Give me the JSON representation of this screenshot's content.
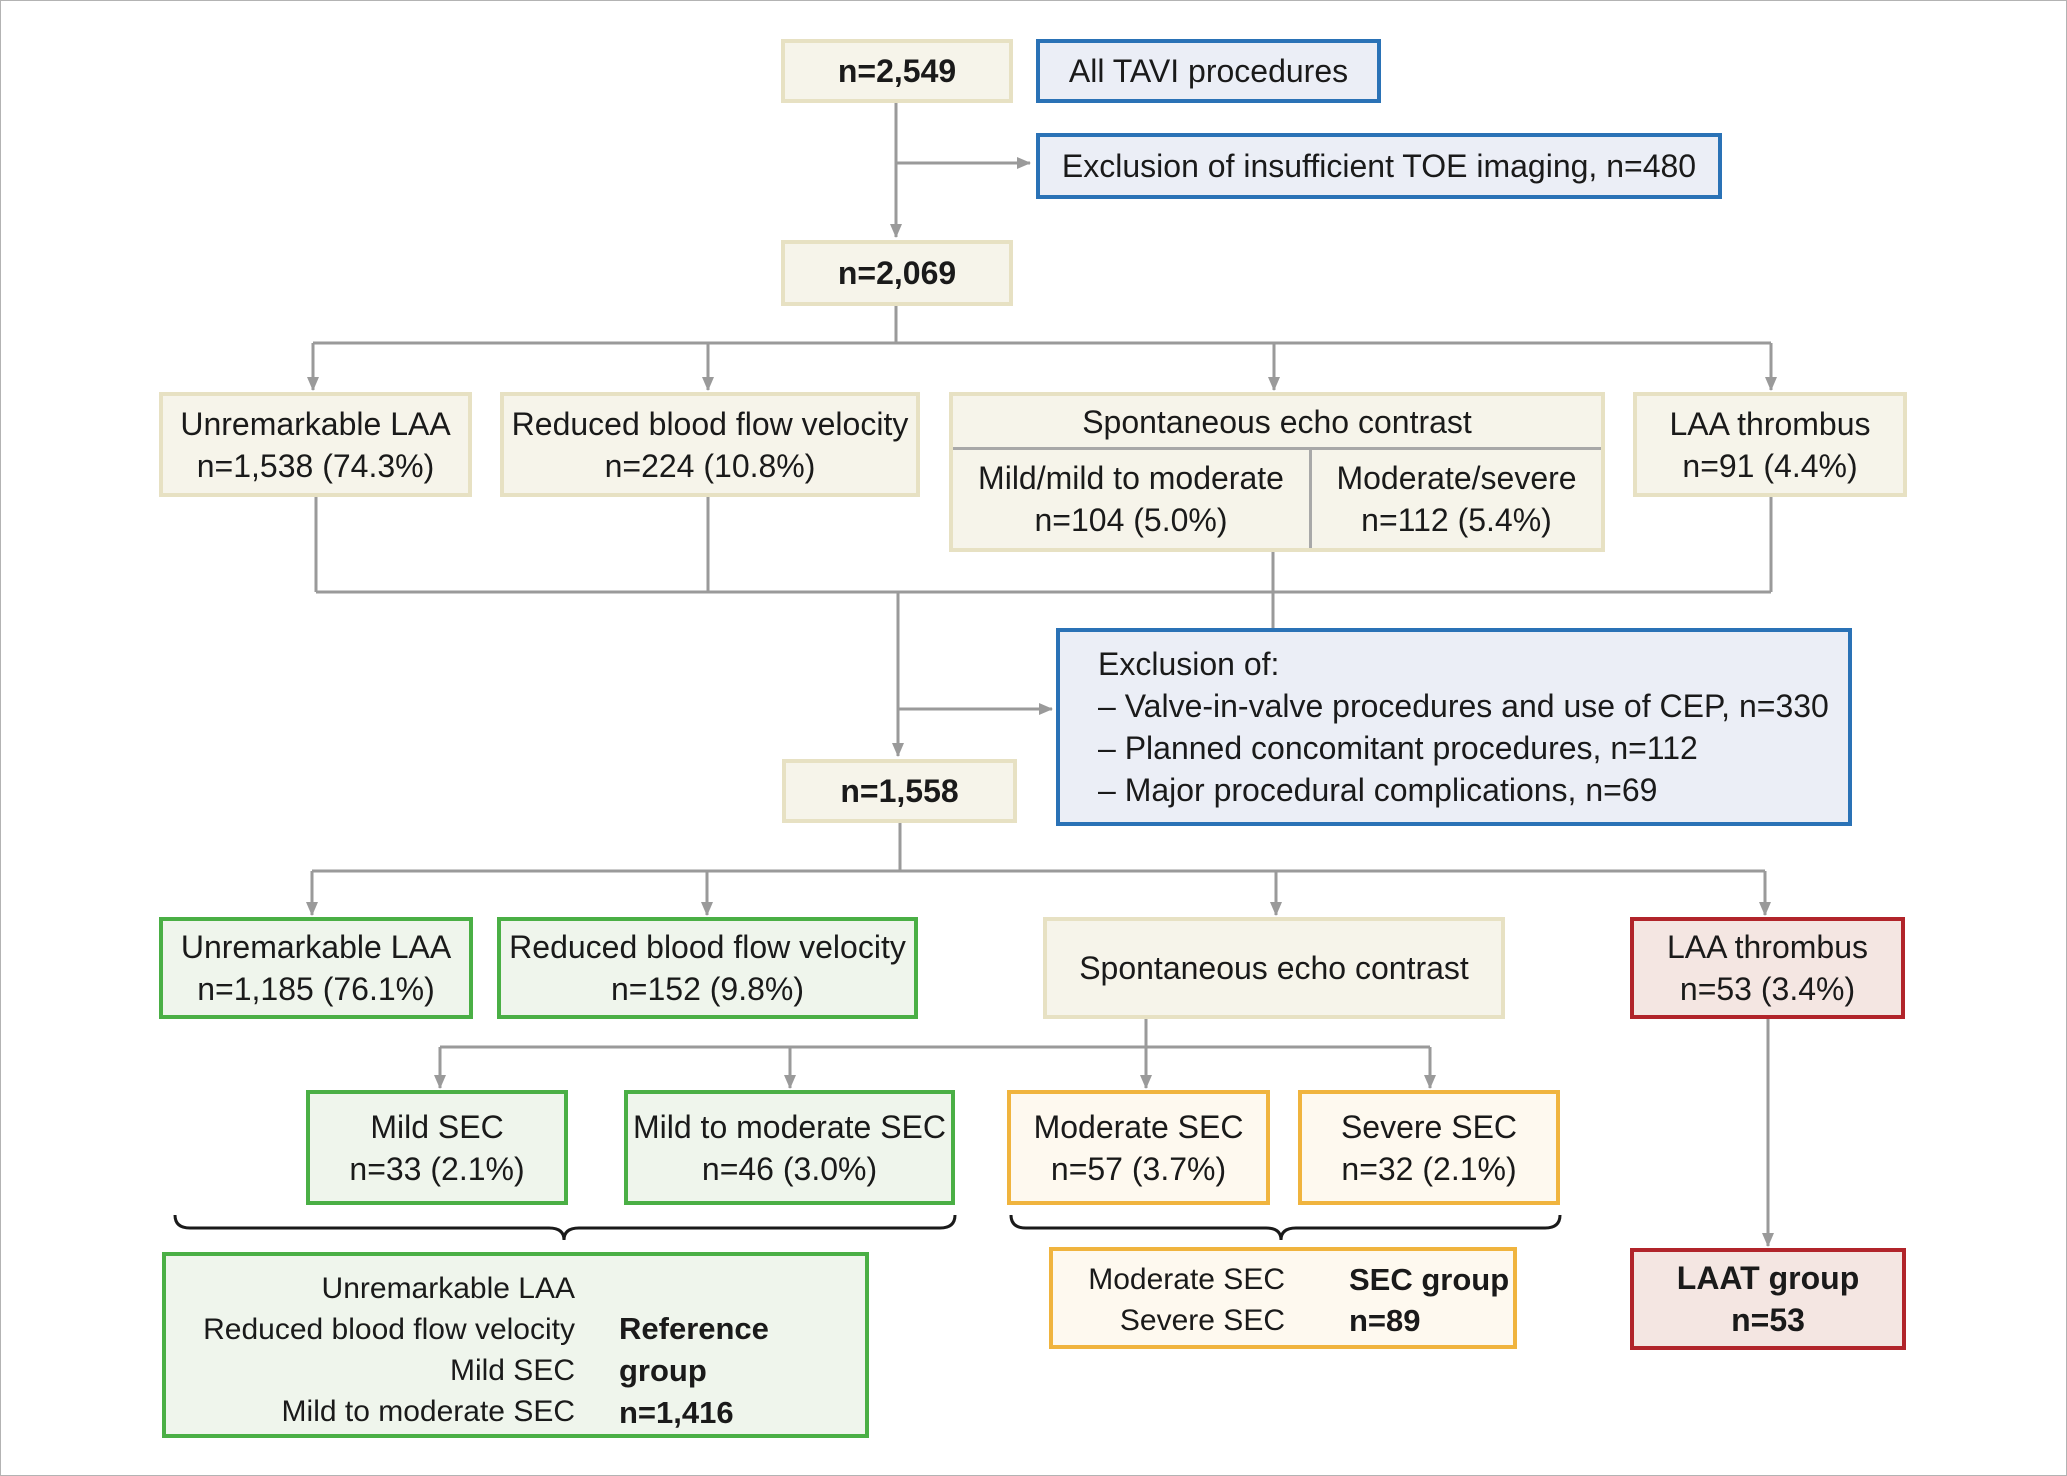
{
  "flow": {
    "start": {
      "count": "n=2,549",
      "label": "All TAVI procedures"
    },
    "exclusion1": "Exclusion of insufficient TOE imaging, n=480",
    "step2": {
      "count": "n=2,069"
    },
    "tier1": {
      "unremarkable": {
        "title": "Unremarkable LAA",
        "value": "n=1,538 (74.3%)"
      },
      "reduced": {
        "title": "Reduced blood flow velocity",
        "value": "n=224 (10.8%)"
      },
      "sec": {
        "title": "Spontaneous echo contrast",
        "mild": {
          "title": "Mild/mild to moderate",
          "value": "n=104 (5.0%)"
        },
        "moderate": {
          "title": "Moderate/severe",
          "value": "n=112 (5.4%)"
        }
      },
      "thrombus": {
        "title": "LAA thrombus",
        "value": "n=91 (4.4%)"
      }
    },
    "exclusion2": {
      "heading": "Exclusion of:",
      "items": [
        "– Valve-in-valve procedures and use of CEP, n=330",
        "– Planned concomitant procedures, n=112",
        "– Major procedural complications, n=69"
      ]
    },
    "step3": {
      "count": "n=1,558"
    },
    "tier2": {
      "unremarkable": {
        "title": "Unremarkable LAA",
        "value": "n=1,185 (76.1%)"
      },
      "reduced": {
        "title": "Reduced blood flow velocity",
        "value": "n=152 (9.8%)"
      },
      "sec": {
        "title": "Spontaneous echo contrast"
      },
      "thrombus": {
        "title": "LAA thrombus",
        "value": "n=53 (3.4%)"
      }
    },
    "tier3": {
      "mild": {
        "title": "Mild SEC",
        "value": "n=33 (2.1%)"
      },
      "mild_moderate": {
        "title": "Mild to moderate SEC",
        "value": "n=46 (3.0%)"
      },
      "moderate": {
        "title": "Moderate SEC",
        "value": "n=57 (3.7%)"
      },
      "severe": {
        "title": "Severe SEC",
        "value": "n=32 (2.1%)"
      }
    },
    "groups": {
      "reference": {
        "members": [
          "Unremarkable LAA",
          "Reduced blood flow velocity",
          "Mild SEC",
          "Mild to moderate SEC"
        ],
        "name": "Reference group",
        "count": "n=1,416"
      },
      "sec": {
        "members": [
          "Moderate SEC",
          "Severe SEC"
        ],
        "name": "SEC group",
        "count": "n=89"
      },
      "laat": {
        "name": "LAAT group",
        "count": "n=53"
      }
    }
  },
  "colors": {
    "connector": "#9a9a9a",
    "brace": "#1a1a1a",
    "beige_fill": "#f6f4ea",
    "beige_border": "#e7e1c3",
    "blue_fill": "#ebeef6",
    "blue_border": "#2a72b6",
    "green_fill": "#eff5ec",
    "green_border": "#4aaf45",
    "orange_fill": "#fef9ef",
    "orange_border": "#f0b43e",
    "red_fill": "#f4e6e2",
    "red_border": "#b1242a"
  }
}
